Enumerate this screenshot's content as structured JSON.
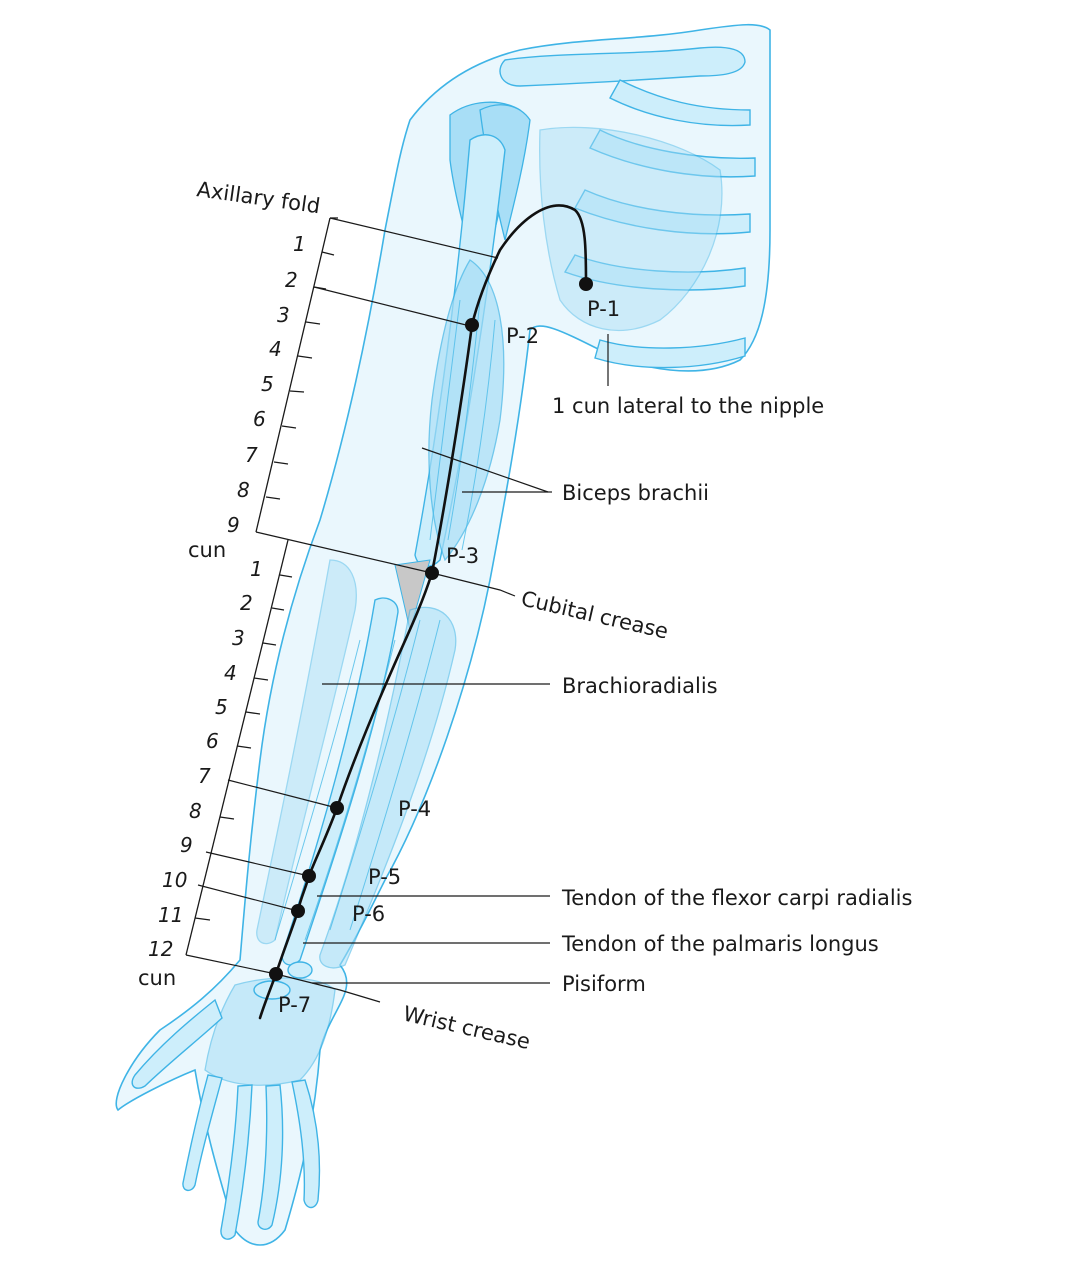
{
  "points": [
    {
      "id": "P-1",
      "label": "P-1"
    },
    {
      "id": "P-2",
      "label": "P-2"
    },
    {
      "id": "P-3",
      "label": "P-3"
    },
    {
      "id": "P-4",
      "label": "P-4"
    },
    {
      "id": "P-5",
      "label": "P-5"
    },
    {
      "id": "P-6",
      "label": "P-6"
    },
    {
      "id": "P-7",
      "label": "P-7"
    }
  ],
  "labels": {
    "axillary_fold": "Axillary fold",
    "nipple_note": "1 cun lateral to the nipple",
    "biceps": "Biceps brachii",
    "cubital_crease": "Cubital crease",
    "brachioradialis": "Brachioradialis",
    "fcr_tendon": "Tendon of the flexor carpi radialis",
    "palmaris_tendon": "Tendon of the palmaris longus",
    "pisiform": "Pisiform",
    "wrist_crease": "Wrist crease"
  },
  "upper_arm_scale": {
    "ticks": [
      "1",
      "2",
      "3",
      "4",
      "5",
      "6",
      "7",
      "8",
      "9"
    ],
    "unit": "cun"
  },
  "forearm_scale": {
    "ticks": [
      "1",
      "2",
      "3",
      "4",
      "5",
      "6",
      "7",
      "8",
      "9",
      "10",
      "11",
      "12"
    ],
    "unit": "cun"
  },
  "colors": {
    "anatomy_line": "#3fb4e6",
    "anatomy_fill": "#a8def6",
    "meridian": "#111111"
  }
}
